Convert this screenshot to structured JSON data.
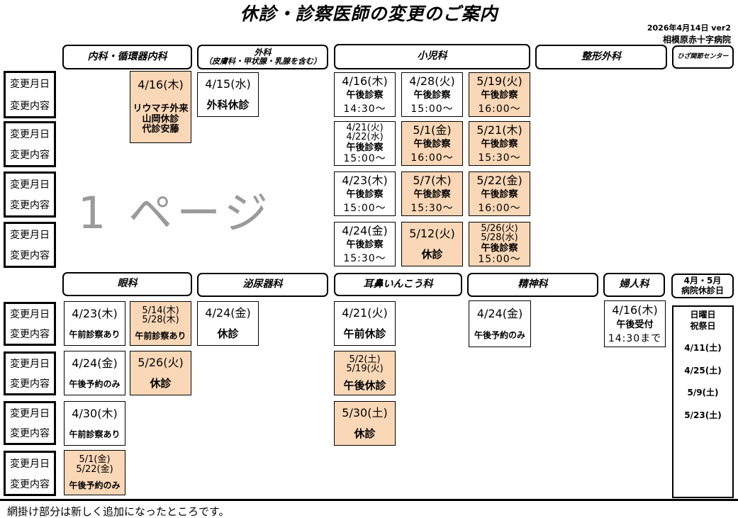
{
  "title": "休診・診察医師の変更のご案内",
  "issued": "2026年4月14日 ver2",
  "hospital": "相模原赤十字病院",
  "row_labels": {
    "date": "変更月日",
    "content": "変更内容"
  },
  "top_departments": [
    {
      "name": "内科・循環器内科"
    },
    {
      "name": "外科",
      "sub": "（皮膚科・甲状腺・乳腺を含む）"
    },
    {
      "name": "小児科"
    },
    {
      "name": "整形外科"
    },
    {
      "name": "ひざ関節センター"
    }
  ],
  "bottom_departments": [
    {
      "name": "眼科"
    },
    {
      "name": "泌尿器科"
    },
    {
      "name": "耳鼻いんこう科"
    },
    {
      "name": "精神科"
    },
    {
      "name": "婦人科"
    },
    {
      "name": "4月・5月\n病院休診日"
    }
  ],
  "cells": [
    {
      "dept": "内科・循環器内科",
      "lines": [
        "4/16(木)",
        "リウマチ外来\n山岡休診\n代診安藤"
      ],
      "new": true
    },
    {
      "dept": "外科",
      "lines": [
        "4/15(水)",
        "外科休診"
      ],
      "new": false
    },
    {
      "dept": "小児科",
      "lines": [
        "4/16(木)",
        "午後診察",
        "14:30〜"
      ],
      "new": false
    },
    {
      "dept": "小児科",
      "lines": [
        "4/28(火)",
        "午後診察",
        "15:00〜"
      ],
      "new": false
    },
    {
      "dept": "小児科",
      "lines": [
        "5/19(火)",
        "午後診察",
        "16:00〜"
      ],
      "new": true
    },
    {
      "dept": "小児科",
      "lines": [
        "4/21(火)\n4/22(水)",
        "午後診察",
        "15:00〜"
      ],
      "new": false
    },
    {
      "dept": "小児科",
      "lines": [
        "5/1(金)",
        "午後診察",
        "16:00〜"
      ],
      "new": true
    },
    {
      "dept": "小児科",
      "lines": [
        "5/21(木)",
        "午後診察",
        "15:30〜"
      ],
      "new": true
    },
    {
      "dept": "小児科",
      "lines": [
        "4/23(木)",
        "午後診察",
        "15:00〜"
      ],
      "new": false
    },
    {
      "dept": "小児科",
      "lines": [
        "5/7(木)",
        "午後診察",
        "15:30〜"
      ],
      "new": true
    },
    {
      "dept": "小児科",
      "lines": [
        "5/22(金)",
        "午後診察",
        "16:00〜"
      ],
      "new": true
    },
    {
      "dept": "小児科",
      "lines": [
        "4/24(金)",
        "午後診察",
        "15:30〜"
      ],
      "new": false
    },
    {
      "dept": "小児科",
      "lines": [
        "5/12(火)",
        "休診"
      ],
      "new": true
    },
    {
      "dept": "小児科",
      "lines": [
        "5/26(火)\n5/28(水)",
        "午後診察",
        "15:00〜"
      ],
      "new": true
    },
    {
      "dept": "眼科",
      "lines": [
        "4/23(木)",
        "午前診察あり"
      ],
      "new": false
    },
    {
      "dept": "眼科",
      "lines": [
        "5/14(木)\n5/28(木)",
        "午前診察あり"
      ],
      "new": true
    },
    {
      "dept": "眼科",
      "lines": [
        "4/24(金)",
        "午後予約のみ"
      ],
      "new": false
    },
    {
      "dept": "眼科",
      "lines": [
        "5/26(火)",
        "休診"
      ],
      "new": true
    },
    {
      "dept": "眼科",
      "lines": [
        "4/30(木)",
        "午前診察あり"
      ],
      "new": false
    },
    {
      "dept": "眼科",
      "lines": [
        "5/1(金)\n5/22(金)",
        "午後予約のみ"
      ],
      "new": true
    },
    {
      "dept": "泌尿器科",
      "lines": [
        "4/24(金)",
        "休診"
      ],
      "new": false
    },
    {
      "dept": "耳鼻いんこう科",
      "lines": [
        "4/21(火)",
        "午前休診"
      ],
      "new": false
    },
    {
      "dept": "耳鼻いんこう科",
      "lines": [
        "5/2(土)\n5/19(火)",
        "午後休診"
      ],
      "new": true
    },
    {
      "dept": "耳鼻いんこう科",
      "lines": [
        "5/30(土)",
        "休診"
      ],
      "new": true
    },
    {
      "dept": "精神科",
      "lines": [
        "4/24(金)",
        "午後予約のみ"
      ],
      "new": false
    },
    {
      "dept": "婦人科",
      "lines": [
        "4/16(木)",
        "午後受付",
        "14:30まで"
      ],
      "new": false
    }
  ],
  "holidays": {
    "heading": [
      "日曜日",
      "祝祭日"
    ],
    "dates": [
      "4/11(土)",
      "4/25(土)",
      "5/9(土)",
      "5/23(土)"
    ]
  },
  "footnote": "網掛け部分は新しく追加になったところです。",
  "watermark": "1 ページ",
  "colors": {
    "new_highlight": "#fad7b6"
  }
}
